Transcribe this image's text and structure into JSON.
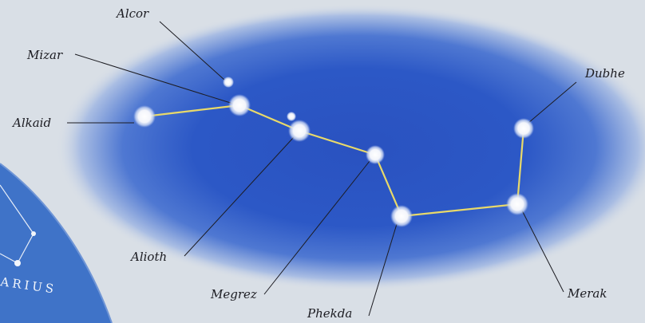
{
  "diagram": {
    "stars": [
      {
        "id": "alcor",
        "label": "Alcor"
      },
      {
        "id": "mizar",
        "label": "Mizar"
      },
      {
        "id": "alkaid",
        "label": "Alkaid"
      },
      {
        "id": "alioth",
        "label": "Alioth"
      },
      {
        "id": "megrez",
        "label": "Megrez"
      },
      {
        "id": "phekda",
        "label": "Phekda"
      },
      {
        "id": "merak",
        "label": "Merak"
      },
      {
        "id": "dubhe",
        "label": "Dubhe"
      }
    ],
    "neighbor_constellation_label": "ARIUS",
    "colors": {
      "sky_background": "#d9dfe6",
      "glow_blue": "#2b55c4",
      "constellation_line": "#e8d96a",
      "neighbor_region": "#3f73c8"
    }
  }
}
